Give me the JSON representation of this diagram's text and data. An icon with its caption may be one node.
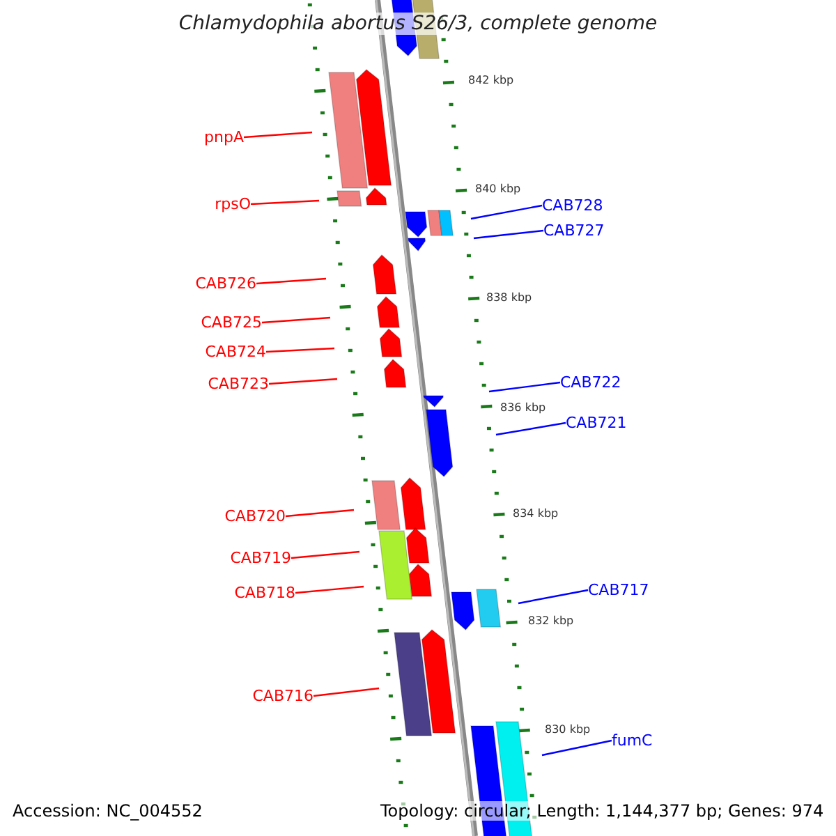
{
  "diagram": {
    "title": "Chlamydophila abortus S26/3, complete genome",
    "nodes": [
      {
        "text": [
          "pnpA"
        ]
      },
      {
        "text": [
          "rpsO"
        ]
      },
      {
        "text": [
          "CAB728"
        ]
      },
      {
        "text": [
          "CAB727"
        ]
      },
      {
        "text": [
          "CAB726"
        ]
      },
      {
        "text": [
          "CAB725"
        ]
      },
      {
        "text": [
          "CAB724"
        ]
      },
      {
        "text": [
          "CAB722"
        ]
      },
      {
        "text": [
          "CAB723"
        ]
      },
      {
        "text": [
          "CAB721"
        ]
      },
      {
        "text": [
          "CAB720"
        ]
      },
      {
        "text": [
          "CAB719"
        ]
      },
      {
        "text": [
          "CAB717"
        ]
      },
      {
        "text": [
          "CAB718"
        ]
      },
      {
        "text": [
          "CAB716"
        ]
      },
      {
        "text": [
          "fumC"
        ]
      }
    ],
    "edges": [
      {
        "from": 0,
        "to": null,
        "arrow": "none"
      },
      {
        "from": 1,
        "to": null,
        "arrow": "none"
      },
      {
        "from": 2,
        "to": null,
        "arrow": "none",
        "color": "#0000ff"
      },
      {
        "from": 3,
        "to": null,
        "arrow": "none",
        "color": "#0000ff"
      },
      {
        "from": 4,
        "to": null,
        "arrow": "none"
      },
      {
        "from": 5,
        "to": null,
        "arrow": "none"
      },
      {
        "from": 6,
        "to": null,
        "arrow": "none"
      },
      {
        "from": 7,
        "to": null,
        "arrow": "none",
        "color": "#0000ff"
      },
      {
        "from": 8,
        "to": null,
        "arrow": "none"
      },
      {
        "from": 9,
        "to": null,
        "arrow": "none",
        "color": "#0000ff"
      },
      {
        "from": 10,
        "to": null,
        "arrow": "none"
      },
      {
        "from": 11,
        "to": null,
        "arrow": "none"
      },
      {
        "from": 12,
        "to": null,
        "arrow": "none",
        "color": "#0000ff"
      },
      {
        "from": 13,
        "to": null,
        "arrow": "none"
      },
      {
        "from": 14,
        "to": null,
        "arrow": "none"
      },
      {
        "from": 15,
        "to": null,
        "arrow": "none",
        "color": "#0000ff"
      }
    ],
    "labels": [
      "842 kbp",
      "840 kbp",
      "838 kbp",
      "836 kbp",
      "834 kbp",
      "832 kbp",
      "830 kbp",
      "Accession: NC_004552",
      "Topology: circular; Length: 1,144,377 bp; Genes: 974"
    ]
  }
}
